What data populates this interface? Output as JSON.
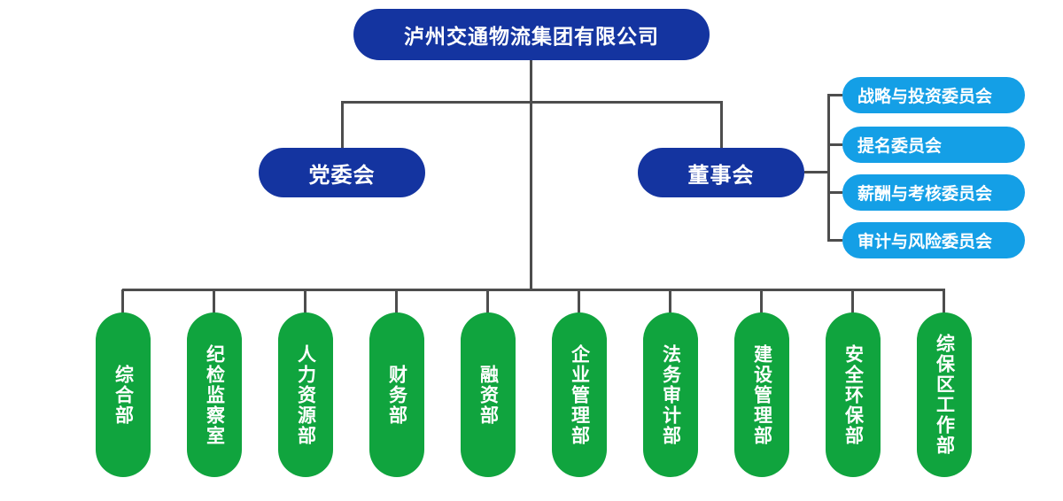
{
  "title": "泸州交通物流集团有限公司",
  "level2": {
    "party": "党委会",
    "board": "董事会"
  },
  "committees": [
    "战略与投资委员会",
    "提名委员会",
    "薪酬与考核委员会",
    "审计与风险委员会"
  ],
  "departments": [
    "综合部",
    "纪检监察室",
    "人力资源部",
    "财务部",
    "融资部",
    "企业管理部",
    "法务审计部",
    "建设管理部",
    "安全环保部",
    "综保区工作部"
  ],
  "colors": {
    "primary_box": "#1434a0",
    "committee_box": "#149fe6",
    "department_box": "#10a43e",
    "connector_line": "#4d4d4d",
    "text": "#ffffff",
    "background": "#ffffff"
  }
}
